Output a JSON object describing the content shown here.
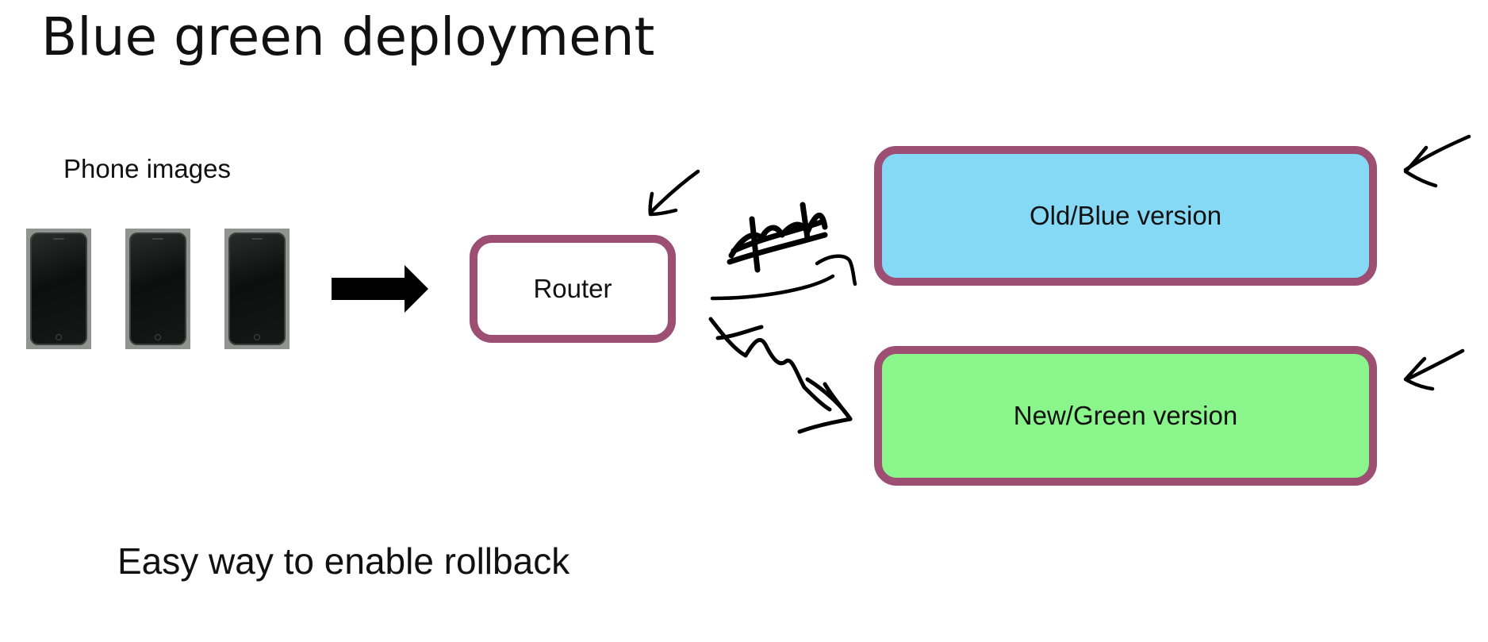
{
  "slide": {
    "title": "Blue green deployment",
    "phones_label": "Phone images",
    "phones_count": 3,
    "router_label": "Router",
    "old_version_label": "Old/Blue version",
    "new_version_label": "New/Green version",
    "footer": "Easy way to enable rollback"
  },
  "colors": {
    "box_border": "#9d4e73",
    "old_version_fill": "#85d9f5",
    "new_version_fill": "#8af58a",
    "router_fill": "#ffffff",
    "ink": "#111111"
  },
  "icons": {
    "phone": "smartphone-icon",
    "arrow": "right-arrow-icon"
  }
}
